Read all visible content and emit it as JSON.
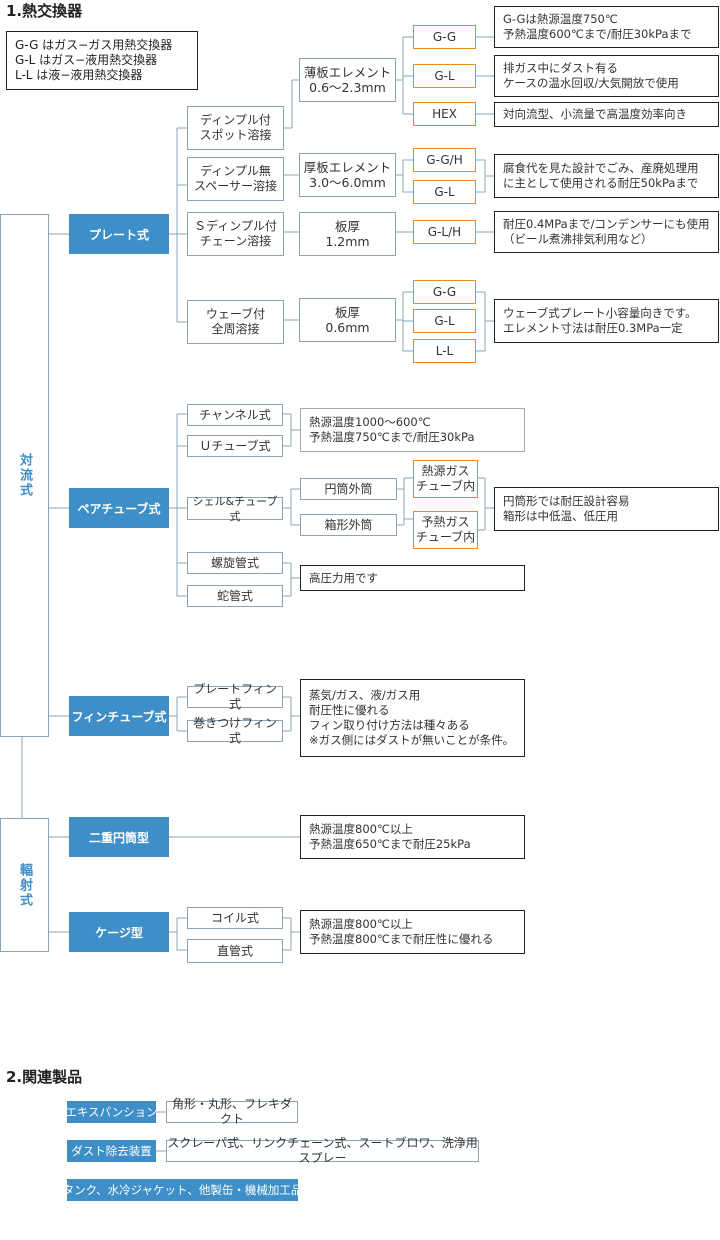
{
  "heading1": "1.熱交換器",
  "heading2": "2.関連製品",
  "legend": "G-G はガス−ガス用熱交換器\nG-L はガス−液用熱交換器\nL-L は液−液用熱交換器",
  "left_categories": {
    "convection": "対流式",
    "radiation": "輻射式"
  },
  "types": {
    "plate": "プレート式",
    "pair_tube": "ペアチューブ式",
    "fin_tube": "フィンチューブ式",
    "double_cyl": "二重円筒型",
    "cage": "ケージ型"
  },
  "plate": {
    "welds": [
      "ディンプル付\nスポット溶接",
      "ディンプル無\nスペーサー溶接",
      "Ｓディンプル付\nチェーン溶接",
      "ウェーブ付\n全周溶接"
    ],
    "elements": [
      "薄板エレメント\n0.6〜2.3mm",
      "厚板エレメント\n3.0〜6.0mm",
      "板厚\n1.2mm",
      "板厚\n0.6mm"
    ],
    "codes_thin": [
      "G-G",
      "G-L",
      "HEX"
    ],
    "codes_thick": [
      "G-G/H",
      "G-L"
    ],
    "codes_s": [
      "G-L/H"
    ],
    "codes_wave": [
      "G-G",
      "G-L",
      "L-L"
    ],
    "notes": {
      "gg": "G-Gは熱源温度750℃\n予熱温度600℃まで/耐圧30kPaまで",
      "gl": "排ガス中にダスト有る\nケースの温水回収/大気開放で使用",
      "hex": "対向流型、小流量で高温度効率向き",
      "thick": "腐食代を見た設計でごみ、産廃処理用\nに主として使用される耐圧50kPaまで",
      "s": "耐圧0.4MPaまで/コンデンサーにも使用\n（ビール煮沸排気利用など）",
      "wave": "ウェーブ式プレート小容量向きです。\nエレメント寸法は耐圧0.3MPa一定"
    }
  },
  "pair": {
    "items": [
      "チャンネル式",
      "Ｕチューブ式",
      "シェル&チューブ式",
      "螺旋管式",
      "蛇管式"
    ],
    "shells": [
      "円筒外筒",
      "箱形外筒"
    ],
    "inner": [
      "熱源ガス\nチューブ内",
      "予熱ガス\nチューブ内"
    ],
    "notes": {
      "channel": "熱源温度1000〜600℃\n予熱温度750℃まで/耐圧30kPa",
      "shell": "円筒形では耐圧設計容易\n箱形は中低温、低圧用",
      "spiral": "高圧力用です"
    }
  },
  "fin": {
    "items": [
      "プレートフィン式",
      "巻きつけフィン式"
    ],
    "note": "蒸気/ガス、液/ガス用\n耐圧性に優れる\nフィン取り付け方法は種々ある\n※ガス側にはダストが無いことが条件。"
  },
  "double_note": "熱源温度800℃以上\n予熱温度650℃まで耐圧25kPa",
  "cage": {
    "items": [
      "コイル式",
      "直管式"
    ],
    "note": "熱源温度800℃以上\n予熱温度800℃まで耐圧性に優れる"
  },
  "related": [
    {
      "label": "エキスパンション",
      "desc": "角形・丸形、フレキダクト"
    },
    {
      "label": "ダスト除去装置",
      "desc": "スクレーパ式、リンクチェーン式、スートブロワ、洗浄用スプレー"
    },
    {
      "label": "タンク、水冷ジャケット、他製缶・機械加工品",
      "desc": ""
    }
  ],
  "colors": {
    "accent": "#3e8ec7",
    "orange": "#e58a2a",
    "box_border": "#8aa5ba"
  }
}
